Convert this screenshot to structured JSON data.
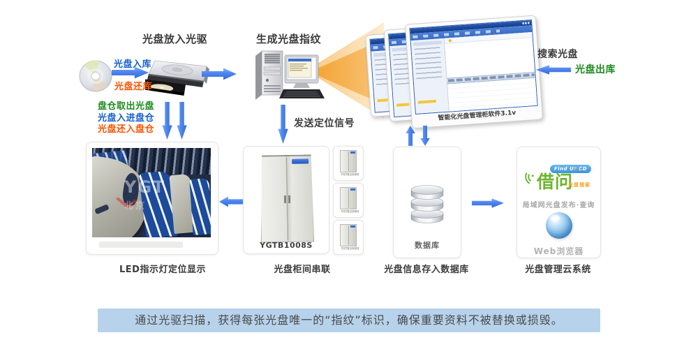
{
  "flow": {
    "drive_title": "光盘放入光驱",
    "fingerprint_title": "生成光盘指纹",
    "disc_in": "光盘入库",
    "disc_return": "光盘还库",
    "magazine_labels": [
      "盘仓取出光盘",
      "光盘入进盘仓",
      "光盘还入盘仓"
    ],
    "locate_signal": "发送定位信号",
    "search": "搜索光盘",
    "disc_out": "光盘出库",
    "software": "智能化光盘管理柜软件3.1v"
  },
  "stations": {
    "led": {
      "caption": "LED指示灯定位显示",
      "watermark_top": "YGT",
      "watermark_bottom": "北京"
    },
    "cabinet": {
      "caption": "光盘柜间串联",
      "model": "YGTB1008S"
    },
    "database": {
      "caption": "光盘信息存入数据库",
      "label": "数据库"
    },
    "cloud": {
      "caption": "光盘管理云系统",
      "brand": "借问",
      "badge": "Find Ur CD",
      "brand_sub": "光盘搜索",
      "line1": "局域网光盘发布·查询",
      "line2": "Web浏览器"
    }
  },
  "banner": {
    "text": "通过光驱扫描，获得每张光盘唯一的“指纹”标识，确保重要资料不被替换或损毁。"
  },
  "colors": {
    "arrow_blue": "#3b79ef",
    "label_blue": "#1660d0",
    "label_green": "#1e8a1e",
    "label_orange": "#ff5300",
    "banner_bg": "#b7d2eb"
  }
}
